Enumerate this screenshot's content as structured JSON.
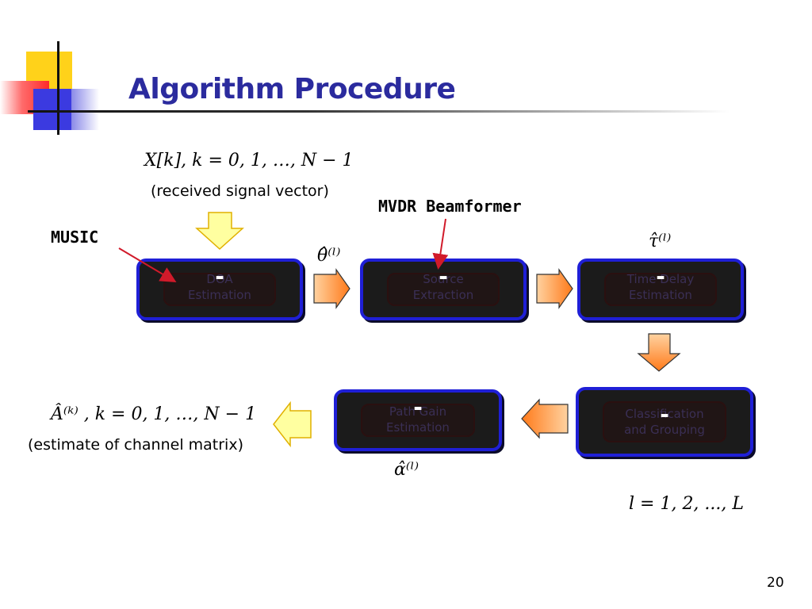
{
  "slide": {
    "title": "Algorithm Procedure",
    "page_number": "20"
  },
  "input": {
    "formula": "X[k],  k = 0, 1, …, N − 1",
    "caption": "(received signal vector)"
  },
  "output": {
    "formula": "Â⁽ᵏ⁾ ,  k = 0, 1, …, N − 1",
    "caption": "(estimate of  channel matrix)"
  },
  "annotations": {
    "music": "MUSIC",
    "mvdr": "MVDR Beamformer",
    "theta": "θ̂⁽ˡ⁾",
    "tau": "τ̂⁽ˡ⁾",
    "alpha": "α̂⁽ˡ⁾",
    "index_range": "l = 1,  2,  ...,  L"
  },
  "boxes": [
    {
      "label_line1": "DOA",
      "label_line2": "Estimation",
      "dash": "-"
    },
    {
      "label_line1": "Source",
      "label_line2": "Extraction",
      "dash": "-"
    },
    {
      "label_line1": "Time Delay",
      "label_line2": "Estimation",
      "dash": "-"
    },
    {
      "label_line1": "Classification",
      "label_line2": "and Grouping",
      "dash": "-"
    },
    {
      "label_line1": "Path Gain",
      "label_line2": "Estimation",
      "dash": "-"
    }
  ],
  "colors": {
    "title": "#2b2b9e",
    "box_border": "#1f1fd6",
    "box_fill": "#1b1b1b",
    "big_arrow_fill": "#ffffa0",
    "big_arrow_stroke": "#e0b000",
    "small_arrow_fill": "#ff9a40",
    "pointer_arrow": "#d11a2a"
  }
}
